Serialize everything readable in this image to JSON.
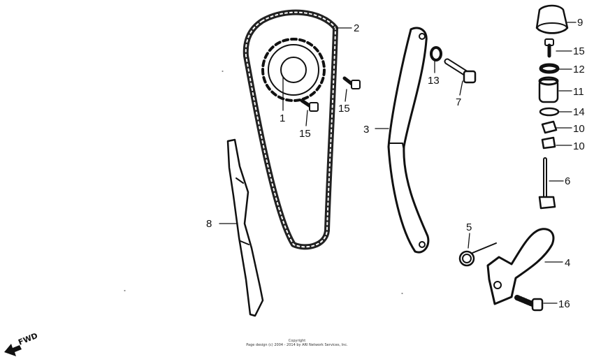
{
  "diagram": {
    "callouts": {
      "c1": "1",
      "c2": "2",
      "c3": "3",
      "c4": "4",
      "c5": "5",
      "c6": "6",
      "c7": "7",
      "c8": "8",
      "c9": "9",
      "c10a": "10",
      "c10b": "10",
      "c11": "11",
      "c12": "12",
      "c13": "13",
      "c14": "14",
      "c15a": "15",
      "c15b": "15",
      "c15c": "15",
      "c16": "16"
    },
    "fwd_label": "FWD"
  },
  "footer": {
    "line1": "Copyright",
    "line2": "Page design (c) 2004 - 2014 by ARI Network Services, Inc."
  }
}
